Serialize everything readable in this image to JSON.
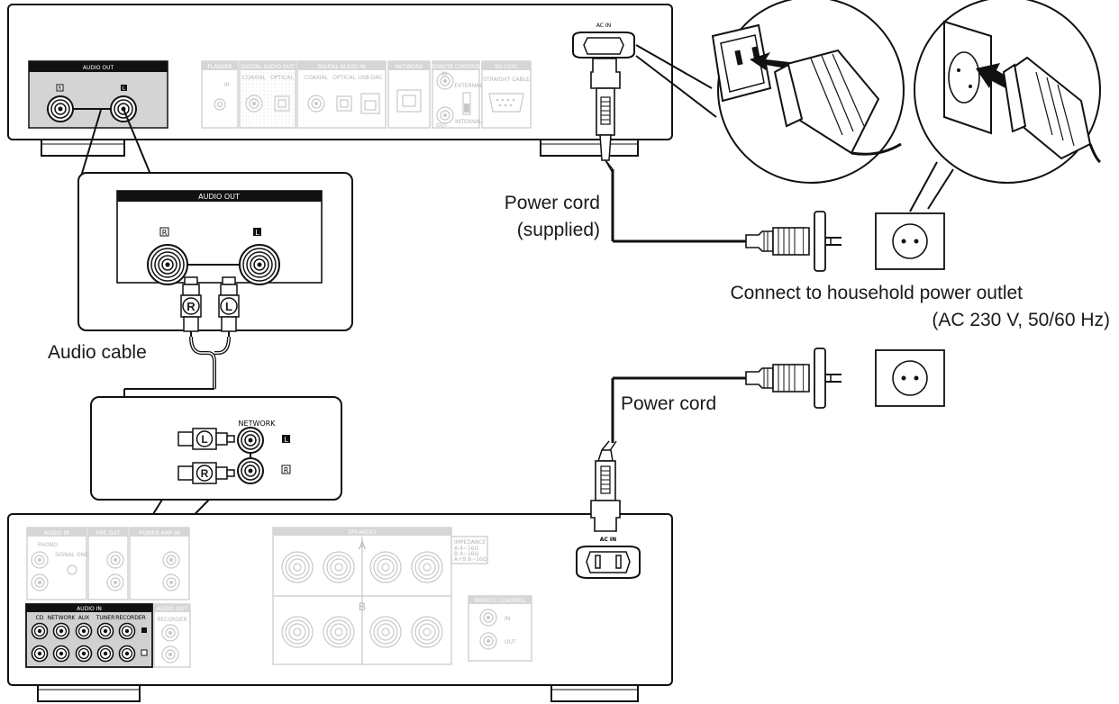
{
  "labels": {
    "power_cord_supplied_line1": "Power cord",
    "power_cord_supplied_line2": "(supplied)",
    "connect_outlet_line1": "Connect to household power outlet",
    "connect_outlet_line2": "(AC 230 V, 50/60 Hz)",
    "audio_cable": "Audio cable",
    "power_cord": "Power cord"
  },
  "top_unit": {
    "audio_out": "AUDIO OUT",
    "ac_in": "AC IN",
    "ch_r": "R",
    "ch_l": "L",
    "sections": [
      "FLASHER",
      "DIGITAL AUDIO OUT",
      "DIGITAL AUDIO IN",
      "NETWORK",
      "REMOTE CONTROL",
      "RS-232C"
    ],
    "sub_labels": [
      "IR",
      "COAXIAL",
      "OPTICAL",
      "COAXIAL",
      "OPTICAL",
      "USB-DAC",
      "EXTERNAL",
      "INTERNAL",
      "STRAIGHT CABLE",
      "IN",
      "OUT"
    ]
  },
  "zoom_audio_out": {
    "title": "AUDIO OUT",
    "ch_r": "R",
    "ch_l": "L",
    "plug_r": "R",
    "plug_l": "L"
  },
  "zoom_network": {
    "title": "NETWORK",
    "ch_l": "L",
    "ch_r": "R",
    "plug_l": "L",
    "plug_r": "R"
  },
  "bottom_unit": {
    "audio_in_top": "AUDIO IN",
    "pre_out": "PRE OUT",
    "power_amp_in": "POWER AMP IN",
    "phono": "PHONO",
    "signal_gnd": "SIGNAL GND",
    "speakers": "SPEAKERS",
    "impedance": [
      "IMPEDANCE",
      "A:4~16Ω",
      "B:4~16Ω",
      "A+B:8~16Ω"
    ],
    "speaker_a": "A",
    "speaker_b": "B",
    "ac_in": "AC IN",
    "remote_control": "REMOTE CONTROL",
    "remote_in": "IN",
    "remote_out": "OUT",
    "audio_in_bottom": "AUDIO IN",
    "audio_in_inputs": [
      "CD",
      "NETWORK",
      "AUX",
      "TUNER",
      "RECORDER"
    ],
    "audio_out": "AUDIO OUT",
    "recorder": "RECORDER"
  }
}
